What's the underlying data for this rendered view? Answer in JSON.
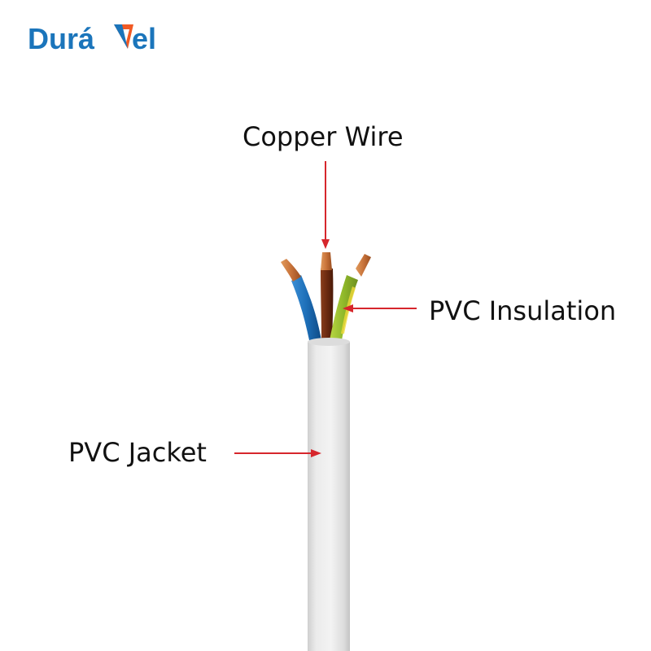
{
  "brand": {
    "name_part1": "Durá",
    "name_part2": "el",
    "color_blue": "#1b75bb",
    "color_orange": "#f15a24"
  },
  "labels": {
    "copper_wire": "Copper Wire",
    "pvc_insulation": "PVC Insulation",
    "pvc_jacket": "PVC Jacket"
  },
  "colors": {
    "arrow": "#d6262c",
    "jacket": "#e9e9e9",
    "wire_blue": "#1d6fb8",
    "wire_brown": "#6b2a10",
    "wire_green_yellow": "#9fc230",
    "copper": "#c8733a"
  }
}
